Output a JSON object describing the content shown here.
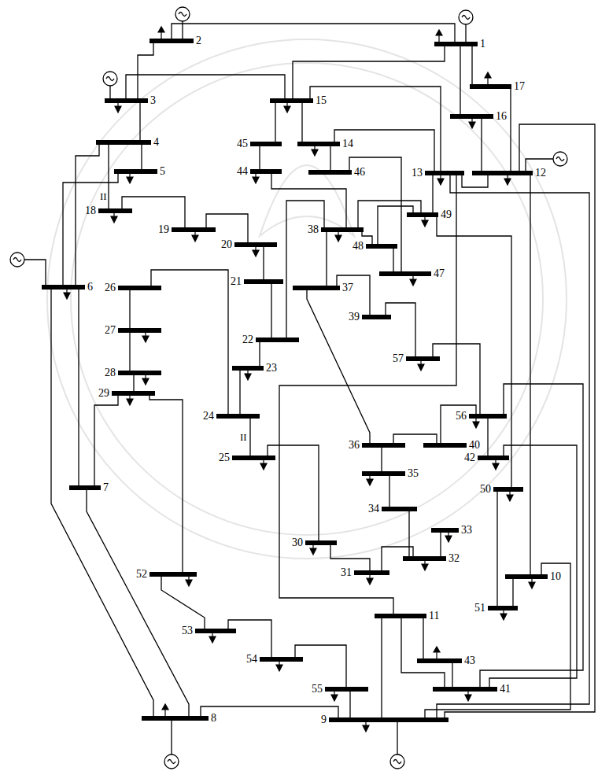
{
  "diagram": {
    "nodes": [
      {
        "text": [
          "1"
        ]
      },
      {
        "text": [
          "2"
        ]
      },
      {
        "text": [
          "3"
        ]
      },
      {
        "text": [
          "4"
        ]
      },
      {
        "text": [
          "5"
        ]
      },
      {
        "text": [
          "6"
        ]
      },
      {
        "text": [
          "7"
        ]
      },
      {
        "text": [
          "8"
        ]
      },
      {
        "text": [
          "9"
        ]
      },
      {
        "text": [
          "10"
        ]
      },
      {
        "text": [
          "11"
        ]
      },
      {
        "text": [
          "12"
        ]
      },
      {
        "text": [
          "13"
        ]
      },
      {
        "text": [
          "14"
        ]
      },
      {
        "text": [
          "15"
        ]
      },
      {
        "text": [
          "16"
        ]
      },
      {
        "text": [
          "17"
        ]
      },
      {
        "text": [
          "18"
        ]
      },
      {
        "text": [
          "19"
        ]
      },
      {
        "text": [
          "20"
        ]
      },
      {
        "text": [
          "21"
        ]
      },
      {
        "text": [
          "22"
        ]
      },
      {
        "text": [
          "23"
        ]
      },
      {
        "text": [
          "24"
        ]
      },
      {
        "text": [
          "25"
        ]
      },
      {
        "text": [
          "26"
        ]
      },
      {
        "text": [
          "27"
        ]
      },
      {
        "text": [
          "28"
        ]
      },
      {
        "text": [
          "29"
        ]
      },
      {
        "text": [
          "30"
        ]
      },
      {
        "text": [
          "31"
        ]
      },
      {
        "text": [
          "32"
        ]
      },
      {
        "text": [
          "33"
        ]
      },
      {
        "text": [
          "34"
        ]
      },
      {
        "text": [
          "35"
        ]
      },
      {
        "text": [
          "36"
        ]
      },
      {
        "text": [
          "37"
        ]
      },
      {
        "text": [
          "38"
        ]
      },
      {
        "text": [
          "39"
        ]
      },
      {
        "text": [
          "40"
        ]
      },
      {
        "text": [
          "41"
        ]
      },
      {
        "text": [
          "42"
        ]
      },
      {
        "text": [
          "43"
        ]
      },
      {
        "text": [
          "44"
        ]
      },
      {
        "text": [
          "45"
        ]
      },
      {
        "text": [
          "46"
        ]
      },
      {
        "text": [
          "47"
        ]
      },
      {
        "text": [
          "48"
        ]
      },
      {
        "text": [
          "49"
        ]
      },
      {
        "text": [
          "50"
        ]
      },
      {
        "text": [
          "51"
        ]
      },
      {
        "text": [
          "52"
        ]
      },
      {
        "text": [
          "53"
        ]
      },
      {
        "text": [
          "54"
        ]
      },
      {
        "text": [
          "55"
        ]
      },
      {
        "text": [
          "56"
        ]
      },
      {
        "text": [
          "57"
        ]
      }
    ],
    "edges": [
      {
        "from": 0,
        "to": 1,
        "arrow": "none"
      },
      {
        "from": 1,
        "to": 2,
        "arrow": "none"
      },
      {
        "from": 2,
        "to": 3,
        "arrow": "none"
      },
      {
        "from": 3,
        "to": 4,
        "arrow": "none"
      },
      {
        "from": 3,
        "to": 5,
        "arrow": "none"
      },
      {
        "from": 5,
        "to": 6,
        "arrow": "none"
      },
      {
        "from": 5,
        "to": 7,
        "arrow": "none"
      },
      {
        "from": 7,
        "to": 8,
        "arrow": "none"
      },
      {
        "from": 8,
        "to": 9,
        "arrow": "none"
      },
      {
        "from": 8,
        "to": 10,
        "arrow": "none"
      },
      {
        "from": 8,
        "to": 11,
        "arrow": "none"
      },
      {
        "from": 8,
        "to": 12,
        "arrow": "none"
      },
      {
        "from": 12,
        "to": 13,
        "arrow": "none"
      },
      {
        "from": 12,
        "to": 14,
        "arrow": "none"
      },
      {
        "from": 0,
        "to": 14,
        "arrow": "none"
      },
      {
        "from": 0,
        "to": 15,
        "arrow": "none"
      },
      {
        "from": 0,
        "to": 16,
        "arrow": "none"
      },
      {
        "from": 2,
        "to": 14,
        "arrow": "none"
      },
      {
        "from": 3,
        "to": 17,
        "arrow": "none"
      },
      {
        "from": 4,
        "to": 5,
        "arrow": "none"
      },
      {
        "from": 6,
        "to": 7,
        "arrow": "none"
      },
      {
        "from": 9,
        "to": 11,
        "arrow": "none"
      },
      {
        "from": 10,
        "to": 12,
        "arrow": "none"
      },
      {
        "from": 11,
        "to": 12,
        "arrow": "none"
      },
      {
        "from": 11,
        "to": 15,
        "arrow": "none"
      },
      {
        "from": 11,
        "to": 16,
        "arrow": "none"
      },
      {
        "from": 13,
        "to": 14,
        "arrow": "none"
      },
      {
        "from": 17,
        "to": 18,
        "arrow": "none"
      },
      {
        "from": 18,
        "to": 19,
        "arrow": "none"
      },
      {
        "from": 20,
        "to": 19,
        "arrow": "none"
      },
      {
        "from": 20,
        "to": 21,
        "arrow": "none"
      },
      {
        "from": 21,
        "to": 22,
        "arrow": "none"
      },
      {
        "from": 22,
        "to": 23,
        "arrow": "none"
      },
      {
        "from": 23,
        "to": 24,
        "arrow": "none"
      },
      {
        "from": 23,
        "to": 25,
        "arrow": "none"
      },
      {
        "from": 25,
        "to": 26,
        "arrow": "none"
      },
      {
        "from": 26,
        "to": 27,
        "arrow": "none"
      },
      {
        "from": 27,
        "to": 28,
        "arrow": "none"
      },
      {
        "from": 6,
        "to": 28,
        "arrow": "none"
      },
      {
        "from": 24,
        "to": 29,
        "arrow": "none"
      },
      {
        "from": 29,
        "to": 30,
        "arrow": "none"
      },
      {
        "from": 30,
        "to": 31,
        "arrow": "none"
      },
      {
        "from": 31,
        "to": 32,
        "arrow": "none"
      },
      {
        "from": 33,
        "to": 31,
        "arrow": "none"
      },
      {
        "from": 33,
        "to": 34,
        "arrow": "none"
      },
      {
        "from": 34,
        "to": 35,
        "arrow": "none"
      },
      {
        "from": 35,
        "to": 36,
        "arrow": "none"
      },
      {
        "from": 36,
        "to": 37,
        "arrow": "none"
      },
      {
        "from": 36,
        "to": 38,
        "arrow": "none"
      },
      {
        "from": 35,
        "to": 39,
        "arrow": "none"
      },
      {
        "from": 21,
        "to": 37,
        "arrow": "none"
      },
      {
        "from": 10,
        "to": 40,
        "arrow": "none"
      },
      {
        "from": 40,
        "to": 41,
        "arrow": "none"
      },
      {
        "from": 40,
        "to": 42,
        "arrow": "none"
      },
      {
        "from": 37,
        "to": 43,
        "arrow": "none"
      },
      {
        "from": 14,
        "to": 44,
        "arrow": "none"
      },
      {
        "from": 13,
        "to": 45,
        "arrow": "none"
      },
      {
        "from": 45,
        "to": 46,
        "arrow": "none"
      },
      {
        "from": 46,
        "to": 47,
        "arrow": "none"
      },
      {
        "from": 47,
        "to": 48,
        "arrow": "none"
      },
      {
        "from": 48,
        "to": 49,
        "arrow": "none"
      },
      {
        "from": 49,
        "to": 50,
        "arrow": "none"
      },
      {
        "from": 9,
        "to": 50,
        "arrow": "none"
      },
      {
        "from": 12,
        "to": 48,
        "arrow": "none"
      },
      {
        "from": 28,
        "to": 51,
        "arrow": "none"
      },
      {
        "from": 51,
        "to": 52,
        "arrow": "none"
      },
      {
        "from": 52,
        "to": 53,
        "arrow": "none"
      },
      {
        "from": 53,
        "to": 54,
        "arrow": "none"
      },
      {
        "from": 10,
        "to": 42,
        "arrow": "none"
      },
      {
        "from": 43,
        "to": 44,
        "arrow": "none"
      },
      {
        "from": 39,
        "to": 55,
        "arrow": "none"
      },
      {
        "from": 55,
        "to": 40,
        "arrow": "none"
      },
      {
        "from": 55,
        "to": 41,
        "arrow": "none"
      },
      {
        "from": 38,
        "to": 56,
        "arrow": "none"
      },
      {
        "from": 56,
        "to": 55,
        "arrow": "none"
      },
      {
        "from": 37,
        "to": 48,
        "arrow": "none"
      },
      {
        "from": 37,
        "to": 47,
        "arrow": "none"
      },
      {
        "from": 8,
        "to": 54,
        "arrow": "none"
      }
    ],
    "labels": [
      "II",
      "II"
    ]
  }
}
